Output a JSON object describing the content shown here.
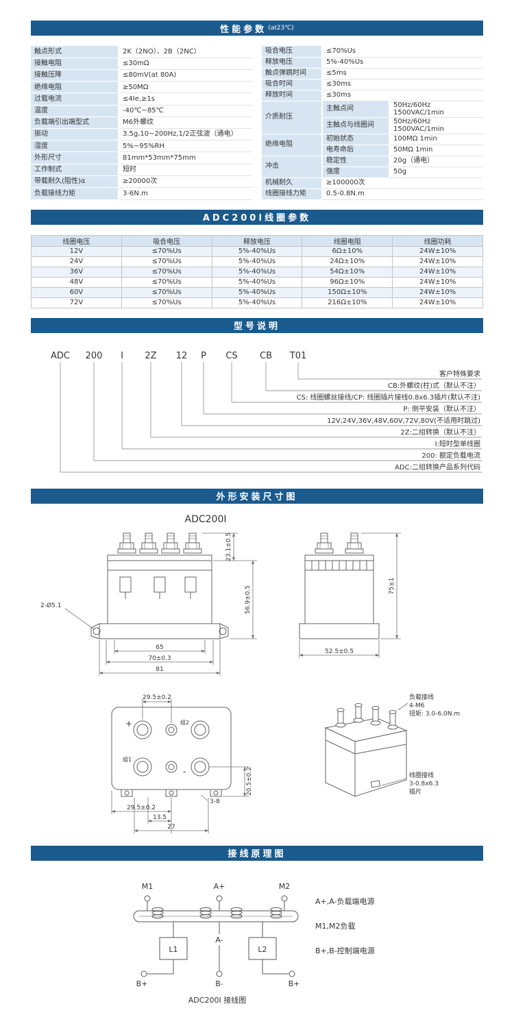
{
  "page": {
    "accent": "#1a5a8d",
    "row_highlight": "#d7e5f2",
    "row_alt": "#ecf3fa"
  },
  "perf": {
    "title": "性能参数",
    "suffix": "(at23℃)",
    "left": [
      {
        "k": "触点形式",
        "v": "2K（2NO）、2B（2NC）"
      },
      {
        "k": "接触电阻",
        "v": "≤30mΩ"
      },
      {
        "k": "接触压降",
        "v": "≤80mV(at 80A)"
      },
      {
        "k": "绝缘电阻",
        "v": "≥50MΩ"
      },
      {
        "k": "过载电流",
        "v": "≤4Ie,≥1s"
      },
      {
        "k": "温度",
        "v": "-40℃~85℃"
      },
      {
        "k": "负载端引出端型式",
        "v": "M6外螺纹"
      },
      {
        "k": "振动",
        "v": "3.5g,10~200Hz,1/2正弦波（通电）"
      },
      {
        "k": "湿度",
        "v": "5%~95%RH"
      },
      {
        "k": "外形尺寸",
        "v": "81mm*53mm*75mm"
      },
      {
        "k": "工作制式",
        "v": "短时"
      },
      {
        "k": "带载耐久(阻性)α",
        "v": "≥20000次"
      },
      {
        "k": "负载接线力矩",
        "v": "3-6N.m"
      }
    ],
    "right_top": [
      {
        "k": "吸合电压",
        "v": "≤70%Us"
      },
      {
        "k": "释放电压",
        "v": "5%-40%Us"
      },
      {
        "k": "触点弹跳时间",
        "v": "≤5ms"
      },
      {
        "k": "吸合时间",
        "v": "≤30ms"
      },
      {
        "k": "释放时间",
        "v": "≤30ms"
      }
    ],
    "right_groups": [
      {
        "k": "介质耐压",
        "rows": [
          {
            "s": "主触点间",
            "v": "50Hz/60Hz 1500VAC/1min"
          },
          {
            "s": "主触点与线圈间",
            "v": "50Hz/60Hz 1500VAC/1min"
          }
        ]
      },
      {
        "k": "绝缘电阻",
        "rows": [
          {
            "s": "初始状态",
            "v": "100MΩ 1min"
          },
          {
            "s": "电寿命后",
            "v": "50MΩ 1min"
          }
        ]
      },
      {
        "k": "冲击",
        "rows": [
          {
            "s": "稳定性",
            "v": "20g（通电）"
          },
          {
            "s": "强度",
            "v": "50g"
          }
        ]
      }
    ],
    "right_bottom": [
      {
        "k": "机械耐久",
        "v": "≥100000次"
      },
      {
        "k": "线圈接线力矩",
        "v": "0.5-0.8N.m"
      }
    ]
  },
  "coil": {
    "title": "ADC200I线圈参数",
    "headers": [
      "线圈电压",
      "吸合电压",
      "释放电压",
      "线圈电阻",
      "线圈功耗"
    ],
    "rows": [
      [
        "12V",
        "≤70%Us",
        "5%-40%Us",
        "6Ω±10%",
        "24W±10%"
      ],
      [
        "24V",
        "≤70%Us",
        "5%-40%Us",
        "24Ω±10%",
        "24W±10%"
      ],
      [
        "36V",
        "≤70%Us",
        "5%-40%Us",
        "54Ω±10%",
        "24W±10%"
      ],
      [
        "48V",
        "≤70%Us",
        "5%-40%Us",
        "96Ω±10%",
        "24W±10%"
      ],
      [
        "60V",
        "≤70%Us",
        "5%-40%Us",
        "150Ω±10%",
        "24W±10%"
      ],
      [
        "72V",
        "≤70%Us",
        "5%-40%Us",
        "216Ω±10%",
        "24W±10%"
      ]
    ]
  },
  "model": {
    "title": "型号说明",
    "codes": [
      "ADC",
      "200",
      "I",
      "2Z",
      "12",
      "P",
      "CS",
      "CB",
      "T01"
    ],
    "descs": [
      "客户特殊要求",
      "CB:外螺纹(柱)式（默认不注）",
      "CS: 线圈螺丝接线/CP: 线圈插片接线0.8x6.3插片(默认不注)",
      "P: 侧平安装（默认不注）",
      "12V,24V,36V,48V,60V,72V,80V(不适用时跳过)",
      "2Z:二组转换（默认不注）",
      "I:短时型单线圈",
      "200: 额定负载电流",
      "ADC:二组转换产品系列代码"
    ]
  },
  "dims": {
    "title": "外形安装尺寸图",
    "product": "ADC200I",
    "front_h_upper": "23.1±0.5",
    "front_h_total": "56.9±0.5",
    "front_holes": "2-Ø5.1",
    "front_w1": "65",
    "front_w2": "70±0.3",
    "front_w3": "81",
    "side_h": "75±1",
    "side_w": "52.5±0.5",
    "bottom_top": "29.5±0.2",
    "bottom_right": "20.5±0.2",
    "bottom_b1": "29.5±0.2",
    "bottom_b2": "13.5",
    "bottom_b3": "27",
    "bottom_callout": "3-8",
    "term_plus": "+",
    "term_minus": "-",
    "term_g2": "组2",
    "term_g1": "组1",
    "load_note1": "负载接线",
    "load_note2": "4-M6",
    "load_note3": "扭矩: 3.0-6.0N.m",
    "coil_note1": "线圈接线",
    "coil_note2": "3-0.8x6.3",
    "coil_note3": "插片"
  },
  "wiring": {
    "title": "接线原理图",
    "m1": "M1",
    "aplus": "A+",
    "m2": "M2",
    "l1": "L1",
    "l2": "L2",
    "aminus": "A-",
    "bplus1": "B+",
    "bminus": "B-",
    "bplus2": "B+",
    "caption": "ADC200I 接线图",
    "legend1": "A+,A-负载端电源",
    "legend2": "M1,M2负载",
    "legend3": "B+,B-控制端电源"
  }
}
